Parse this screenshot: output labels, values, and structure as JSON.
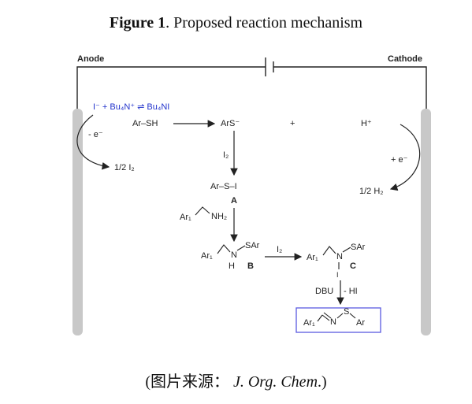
{
  "caption": {
    "prefix": "Figure 1",
    "text": ". Proposed reaction mechanism"
  },
  "electrodes": {
    "anode": "Anode",
    "cathode": "Cathode"
  },
  "mediator": {
    "text": "I⁻ + Bu₄N⁺ ⇌ Bu₄NI"
  },
  "anode_side": {
    "oxidation": "- e⁻",
    "product": "1/2 I₂"
  },
  "cathode_side": {
    "proton": "H⁺",
    "reduction": "+ e⁻",
    "product": "1/2 H₂"
  },
  "species": {
    "thiol": "Ar–SH",
    "thiolate": "ArS⁻",
    "plus": "+",
    "iodine_step1": "I₂",
    "sulfenyl_iodide": "Ar–S–I",
    "label_A": "A",
    "amine_ar": "Ar₁",
    "amine_nh2": "NH₂",
    "b_ar": "Ar₁",
    "b_n": "N",
    "b_h": "H",
    "b_sar": "SAr",
    "label_B": "B",
    "iodine_step2": "I₂",
    "c_ar": "Ar₁",
    "c_n": "N",
    "c_i": "I",
    "c_sar": "SAr",
    "label_C": "C",
    "dbu": "DBU",
    "minus_hi": "- HI",
    "product_ar1": "Ar₁",
    "product_n": "N",
    "product_s": "S",
    "product_ar": "Ar"
  },
  "source": {
    "prefix": "(图片来源： ",
    "journal": "J. Org. Chem",
    "suffix": ".)"
  },
  "colors": {
    "mediator": "#2233cc",
    "electrode": "#c8c8c8",
    "product_box": "#5a5ae0"
  }
}
